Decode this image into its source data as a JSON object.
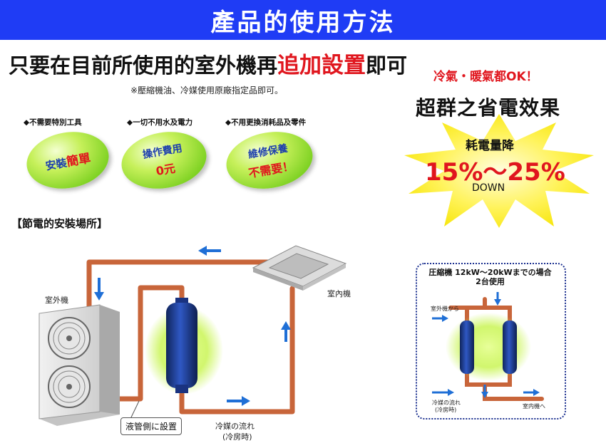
{
  "banner": {
    "title": "產品的使用方法"
  },
  "headline": {
    "part1": "只要在目前所使用的室外機再",
    "highlight": "追加設置",
    "part2": "即可"
  },
  "note": "※壓縮機油、冷媒使用原廠指定品即可。",
  "features": [
    {
      "bullet": "◆不需要特別工具",
      "line1a": "安裝",
      "line1b": "簡單",
      "line2": ""
    },
    {
      "bullet": "◆一切不用水及電力",
      "line1a": "操作費用",
      "line1b": "",
      "line2": "0元"
    },
    {
      "bullet": "◆不用更換消耗品及零件",
      "line1a": "維修保養",
      "line1b": "",
      "line2": "不需要！"
    }
  ],
  "section_title": "【節電的安裝場所】",
  "right": {
    "tagline": "冷氣・暖氣都OK！",
    "headline": "超群之省電效果",
    "burst_line1": "耗電量降",
    "burst_line2": "15%～25%",
    "burst_line3": "DOWN"
  },
  "diagram": {
    "outdoor_unit": "室外機",
    "indoor_unit": "室內機",
    "callout": "液管側に設置",
    "flow_line1": "冷媒の流れ",
    "flow_line2": "(冷房時)"
  },
  "inset": {
    "title_line1": "圧縮機 12kW～20kWまでの場合",
    "title_line2": "2台使用",
    "from_outdoor": "室外機から",
    "flow_line1": "冷媒の流れ",
    "flow_line2": "(冷房時)",
    "to_indoor": "室内機へ"
  },
  "colors": {
    "banner": "#1f3cf5",
    "accent_red": "#e0161e",
    "pipe": "#c8653a",
    "arrow": "#1f6fd6",
    "cylinder": "#1d3f96"
  }
}
